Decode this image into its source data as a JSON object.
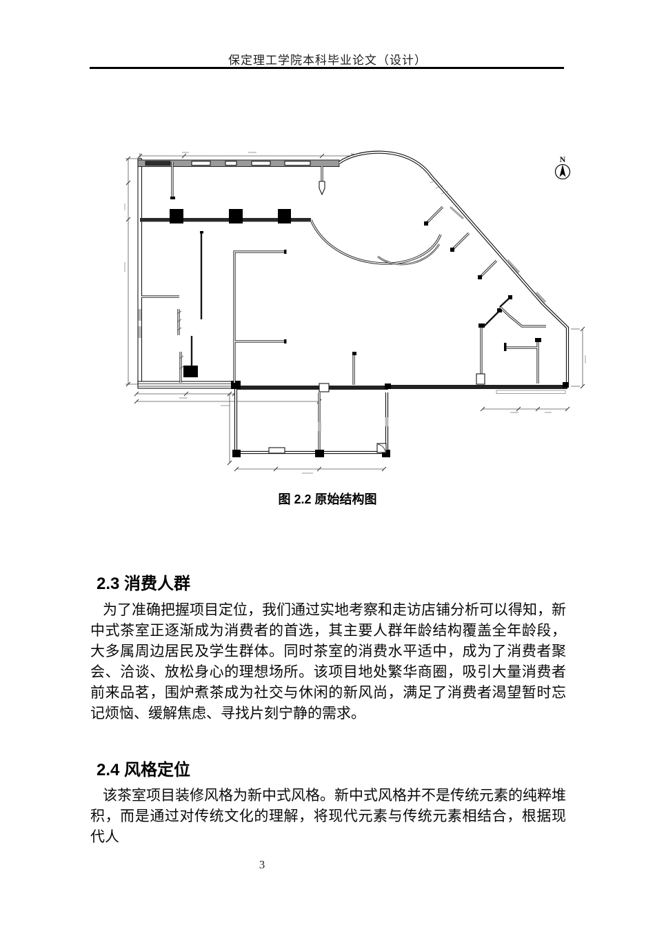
{
  "page": {
    "header": "保定理工学院本科毕业论文（设计）",
    "page_number": "3"
  },
  "figure": {
    "caption": "图 2.2 原始结构图",
    "north_label": "N",
    "type": "architectural-floor-plan"
  },
  "sections": [
    {
      "heading": "2.3 消费人群",
      "paragraph": "为了准确把握项目定位，我们通过实地考察和走访店铺分析可以得知，新中式茶室正逐渐成为消费者的首选，其主要人群年龄结构覆盖全年龄段，大多属周边居民及学生群体。同时茶室的消费水平适中，成为了消费者聚会、洽谈、放松身心的理想场所。该项目地处繁华商圈，吸引大量消费者前来品茗，围炉煮茶成为社交与休闲的新风尚，满足了消费者渴望暂时忘记烦恼、缓解焦虑、寻找片刻宁静的需求。"
    },
    {
      "heading": "2.4 风格定位",
      "paragraph": "该茶室项目装修风格为新中式风格。新中式风格并不是传统元素的纯粹堆积，而是通过对传统文化的理解，将现代元素与传统元素相结合，根据现代人"
    }
  ],
  "colors": {
    "ink": "#141414",
    "wall_band_gray": "#9a9a9a",
    "door_gap_gray": "#bbbbbb"
  }
}
